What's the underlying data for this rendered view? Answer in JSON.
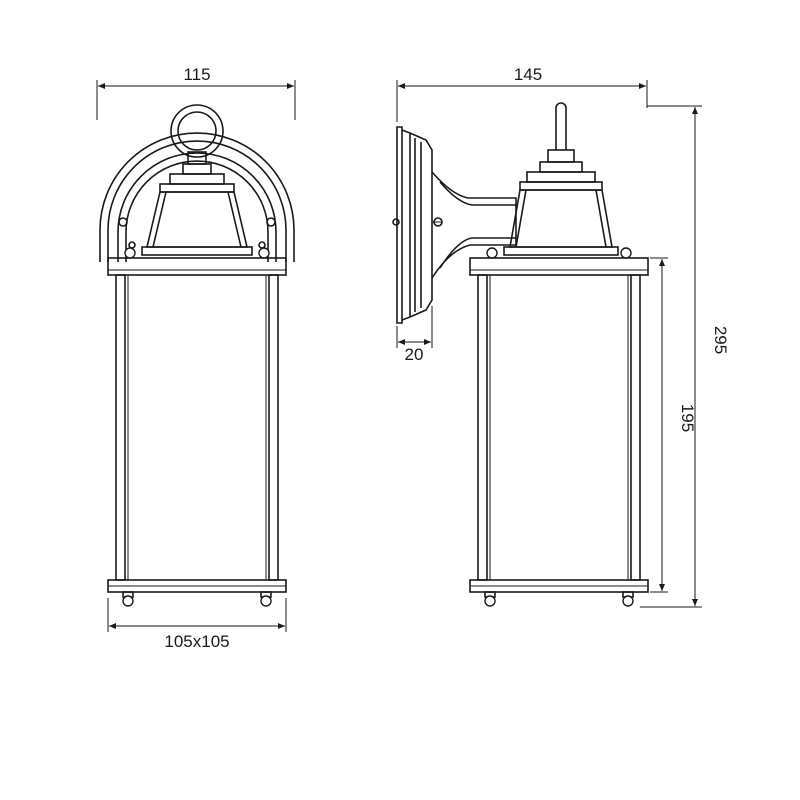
{
  "dimensions": {
    "front_width": "115",
    "side_depth": "145",
    "total_height": "295",
    "glass_height": "195",
    "backplate_thickness": "20",
    "base_size": "105x105"
  },
  "colors": {
    "line": "#1a1a1a",
    "background": "#ffffff"
  }
}
